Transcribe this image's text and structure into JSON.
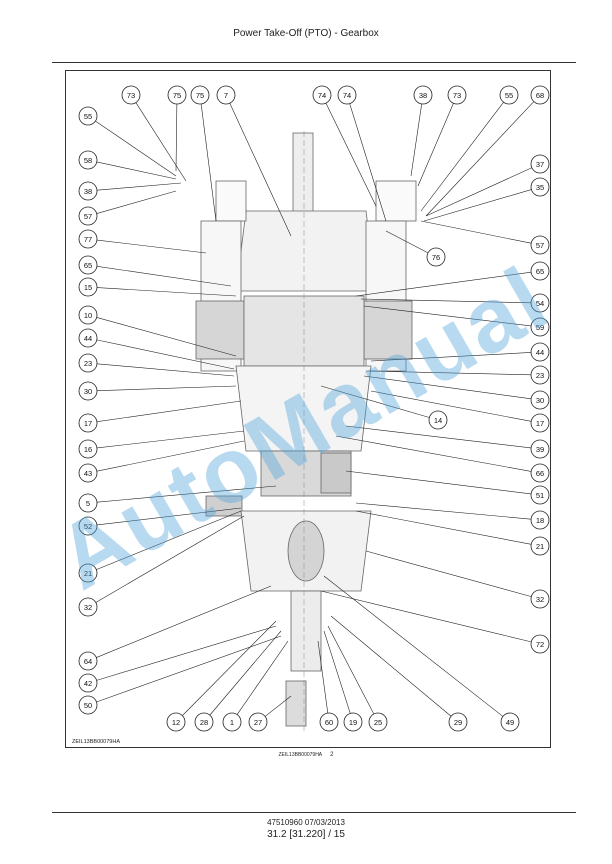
{
  "header": {
    "title": "Power Take-Off (PTO) - Gearbox"
  },
  "figure": {
    "id_label": "ZEIL13BB00079HA",
    "caption_id": "ZEIL13BB00079HA",
    "caption_number": "2",
    "watermark": "AutoManual",
    "callouts_top": [
      "73",
      "75",
      "75",
      "7",
      "74",
      "74",
      "38",
      "73",
      "55",
      "68"
    ],
    "callouts_left": [
      "55",
      "58",
      "38",
      "57",
      "77",
      "65",
      "15",
      "10",
      "44",
      "23",
      "30",
      "17",
      "16",
      "43",
      "5",
      "52",
      "21",
      "32",
      "64",
      "42",
      "50"
    ],
    "callouts_right": [
      "37",
      "35",
      "57",
      "76",
      "65",
      "54",
      "59",
      "44",
      "23",
      "30",
      "14",
      "17",
      "39",
      "66",
      "51",
      "18",
      "21",
      "32",
      "72"
    ],
    "callouts_bottom": [
      "12",
      "28",
      "1",
      "27",
      "60",
      "19",
      "25",
      "29",
      "49"
    ]
  },
  "footer": {
    "doc_ref": "47510960 07/03/2013",
    "page_ref": "31.2 [31.220] / 15"
  }
}
